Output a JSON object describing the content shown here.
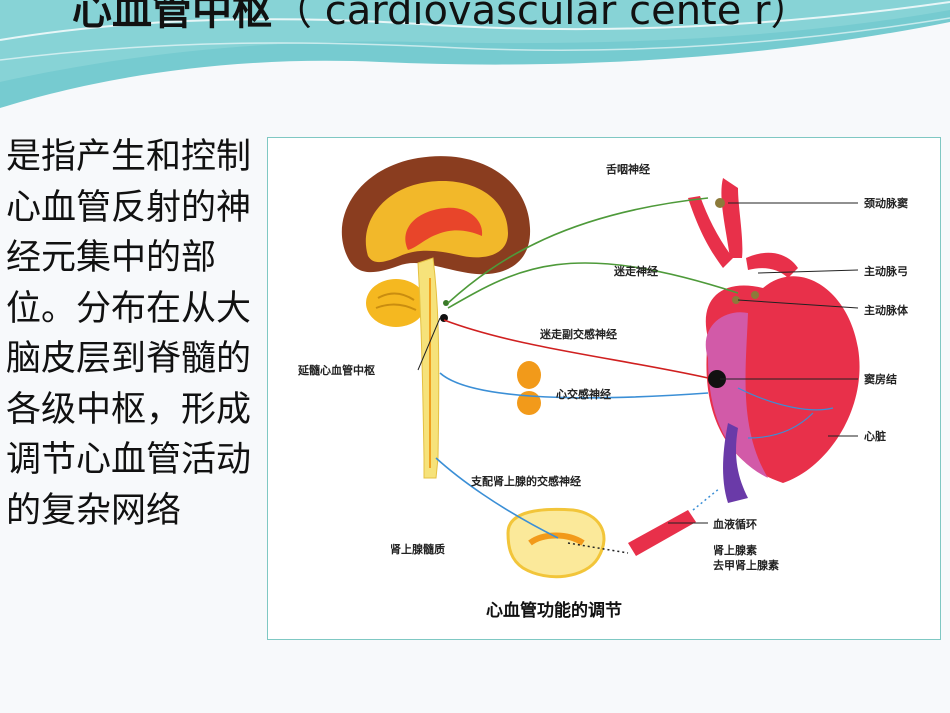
{
  "slide": {
    "title_cn": "心血管中枢",
    "title_en": "（ cardiovascular cente r）",
    "body": "是指产生和控制心血管反射的神经元集中的部位。分布在从大脑皮层到脊髓的各级中枢，形成调节心血管活动的复杂网络"
  },
  "figure": {
    "caption": "心血管功能的调节",
    "labels": {
      "glossopharyngeal": "舌咽神经",
      "carotid_sinus": "颈动脉窦",
      "vagus": "迷走神经",
      "aortic_arch": "主动脉弓",
      "aortic_body": "主动脉体",
      "vagus_parasympathetic": "迷走副交感神经",
      "medulla_center": "延髓心血管中枢",
      "sympathetic": "心交感神经",
      "sinoatrial_node": "窦房结",
      "heart": "心脏",
      "adrenal_sympathetic": "支配肾上腺的交感神经",
      "circulation": "血液循环",
      "adrenal_medulla": "肾上腺髓质",
      "hormones": "肾上腺素\n去甲肾上腺素"
    },
    "colors": {
      "accent_teal": "#5fc3c8",
      "brain_cortex": "#8a3d1f",
      "heart_red": "#e8304a",
      "nerve_green": "#4e9a3a",
      "nerve_red": "#d02020",
      "nerve_blue": "#3b8fd6"
    }
  }
}
